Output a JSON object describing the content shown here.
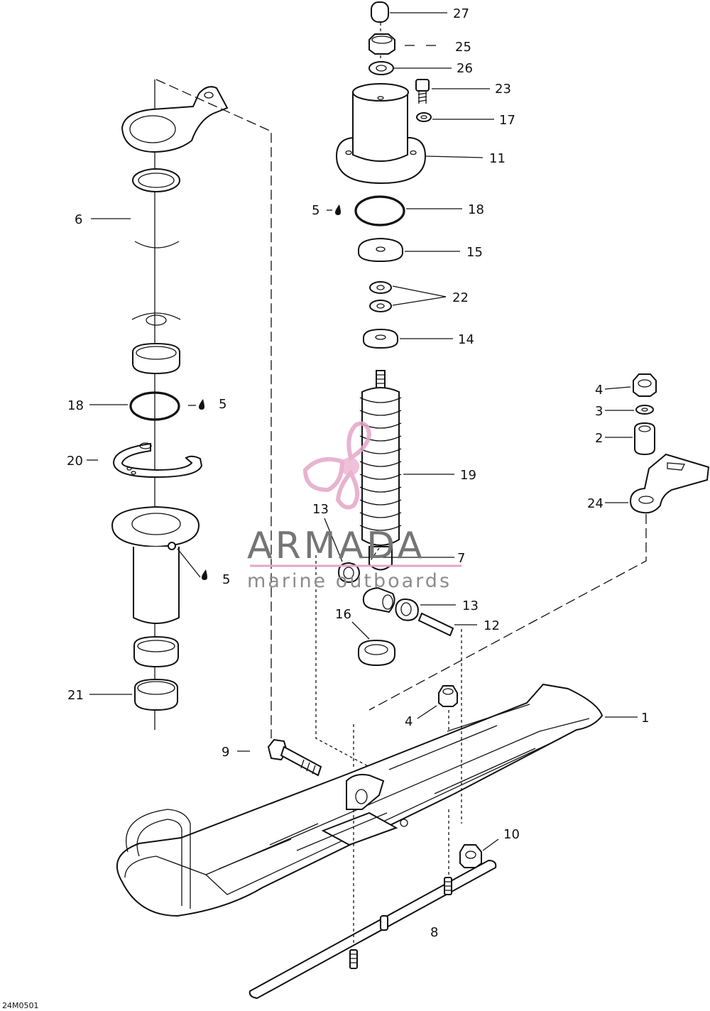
{
  "drawing_code": "24M0501",
  "watermark": {
    "brand": "ARMADA",
    "tagline": "marine outboards",
    "accent_color": "#e5a6c8",
    "text_color": "#757575"
  },
  "callouts": {
    "c27": "27",
    "c25": "25",
    "c26": "26",
    "c23": "23",
    "c17": "17",
    "c11": "11",
    "c5_top": "5",
    "c18_top": "18",
    "c15": "15",
    "c22": "22",
    "c14": "14",
    "c6": "6",
    "c18_left": "18",
    "c5_left": "5",
    "c20": "20",
    "c5_sleeve": "5",
    "c21": "21",
    "c19": "19",
    "c13_upper": "13",
    "c7": "7",
    "c13_lower": "13",
    "c12": "12",
    "c16": "16",
    "c4_top": "4",
    "c3": "3",
    "c2": "2",
    "c24": "24",
    "c1": "1",
    "c4_ski": "4",
    "c9": "9",
    "c10": "10",
    "c8": "8"
  }
}
